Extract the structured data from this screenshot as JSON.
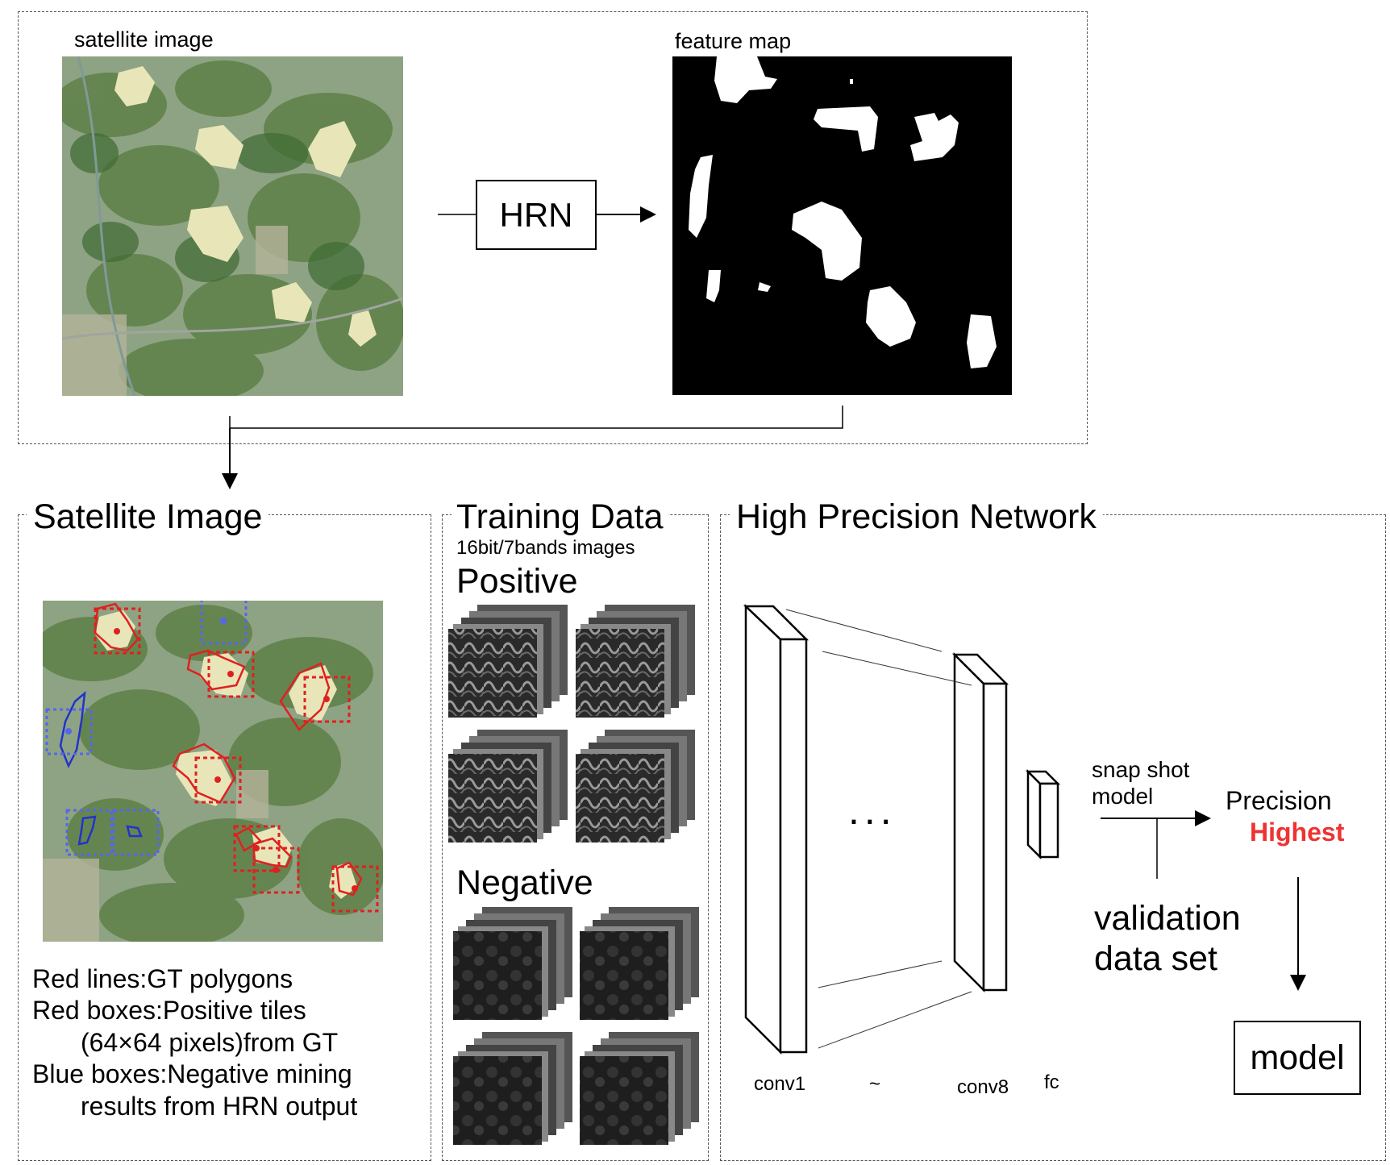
{
  "top": {
    "satellite_label": "satellite image",
    "feature_label": "feature map",
    "hrn_label": "HRN"
  },
  "panel_satellite": {
    "title": "Satellite Image",
    "legend": [
      "Red lines:GT polygons",
      "Red boxes:Positive tiles",
      "(64×64 pixels)from GT",
      "Blue boxes:Negative mining",
      "results from HRN output"
    ]
  },
  "panel_training": {
    "title": "Training Data",
    "subtitle": "16bit/7bands images",
    "positive": "Positive",
    "negative": "Negative"
  },
  "panel_network": {
    "title": "High Precision Network",
    "dots": "...",
    "layers": [
      "conv1",
      "~",
      "conv8",
      "fc"
    ],
    "snapshot": [
      "snap shot",
      "model"
    ],
    "precision": "Precision",
    "highest": "Highest",
    "validation": [
      "validation",
      "data set"
    ],
    "model": "model"
  },
  "colors": {
    "highlight": "#ee3333",
    "gt_red": "#e02020",
    "neg_blue": "#2233cc",
    "panel_border": "#555555"
  }
}
